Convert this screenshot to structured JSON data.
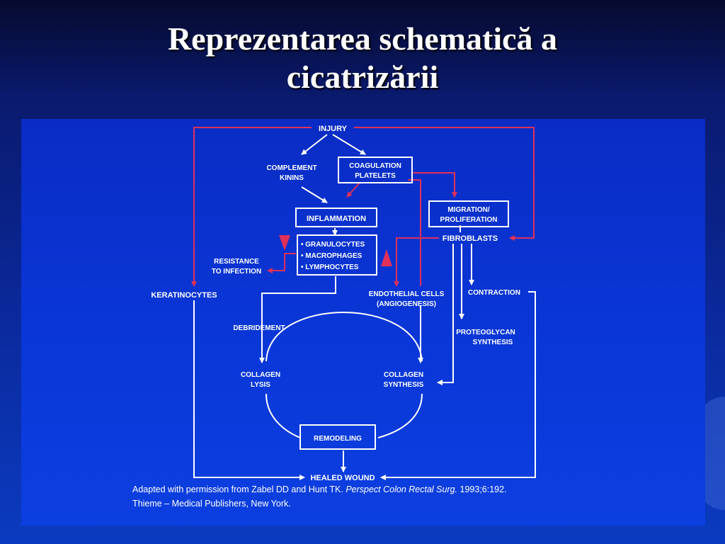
{
  "slide": {
    "title_line1": "Reprezentarea schematică a",
    "title_line2": "cicatrizării"
  },
  "diagram": {
    "nodes": {
      "injury": "INJURY",
      "complement_l1": "COMPLEMENT",
      "complement_l2": "KININS",
      "coagulation_l1": "COAGULATION",
      "coagulation_l2": "PLATELETS",
      "inflammation": "INFLAMMATION",
      "migration_l1": "MIGRATION/",
      "migration_l2": "PROLIFERATION",
      "fibroblasts": "FIBROBLASTS",
      "cells_l1": "• GRANULOCYTES",
      "cells_l2": "• MACROPHAGES",
      "cells_l3": "• LYMPHOCYTES",
      "resistance_l1": "RESISTANCE",
      "resistance_l2": "TO INFECTION",
      "keratinocytes": "KERATINOCYTES",
      "endothelial_l1": "ENDOTHELIAL CELLS",
      "endothelial_l2": "(ANGIOGENESIS)",
      "contraction": "CONTRACTION",
      "debridement": "DEBRIDEMENT",
      "proteoglycan_l1": "PROTEOGLYCAN",
      "proteoglycan_l2": "SYNTHESIS",
      "collagen_lysis_l1": "COLLAGEN",
      "collagen_lysis_l2": "LYSIS",
      "collagen_synth_l1": "COLLAGEN",
      "collagen_synth_l2": "SYNTHESIS",
      "remodeling": "REMODELING",
      "healed_wound": "HEALED WOUND"
    },
    "colors": {
      "white_arrow": "#ffffff",
      "red_arrow": "#e0305a"
    }
  },
  "caption": {
    "pre": "Adapted with permission from Zabel DD and Hunt TK.",
    "journal": "Perspect Colon Rectal Surg.",
    "ref": "1993;6:192.",
    "line2": "Thieme – Medical Publishers, New York."
  }
}
